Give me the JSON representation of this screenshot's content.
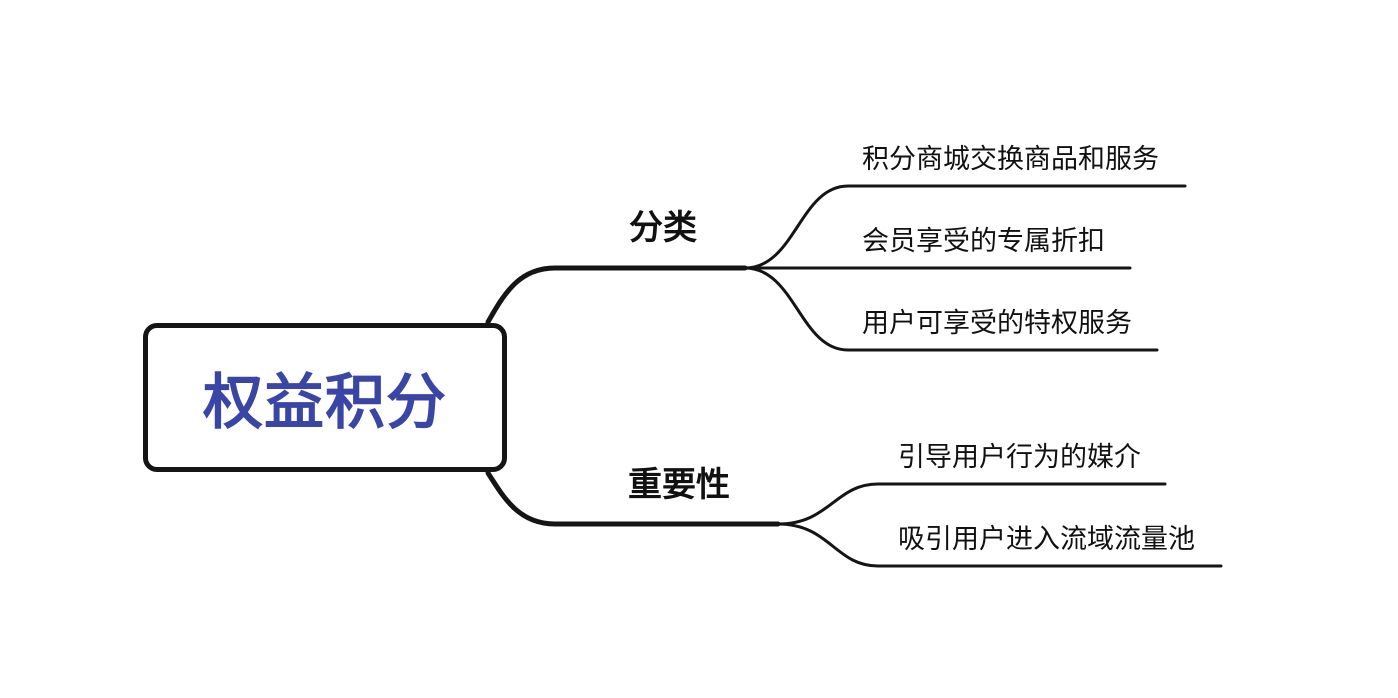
{
  "mindmap": {
    "root": {
      "label": "权益积分",
      "color": "#3a46a6"
    },
    "line_color": "#151515",
    "branches": [
      {
        "label": "分类",
        "children": [
          {
            "label": "积分商城交换商品和服务"
          },
          {
            "label": "会员享受的专属折扣"
          },
          {
            "label": "用户可享受的特权服务"
          }
        ]
      },
      {
        "label": "重要性",
        "children": [
          {
            "label": "引导用户行为的媒介"
          },
          {
            "label": "吸引用户进入流域流量池"
          }
        ]
      }
    ]
  }
}
